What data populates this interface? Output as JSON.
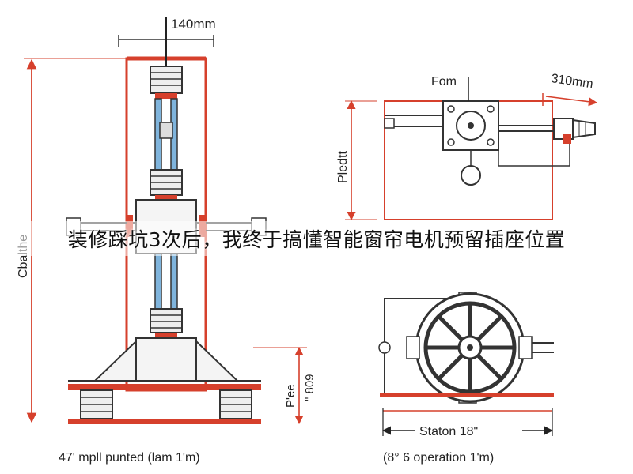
{
  "headline": "装修踩坑3次后，我终于搞懂智能窗帘电机预留插座位置",
  "labels": {
    "top_width": "140mm",
    "left_vertical": "Cbalthe",
    "left_bottom_caption": "47' mpll punted (lam 1'm)",
    "right_lower_vertical_1": "P'ee",
    "right_lower_vertical_2": "\" 809",
    "form": "Fom",
    "right_top_width": "310mm",
    "plead_vertical": "Pledtt",
    "station_width": "Staton 18\"",
    "bottom_right_caption": "(8° 6 operation 1'm)"
  },
  "colors": {
    "accent_red": "#d6402c",
    "line_dark": "#333333",
    "spring_blue": "#7fb4dc"
  }
}
